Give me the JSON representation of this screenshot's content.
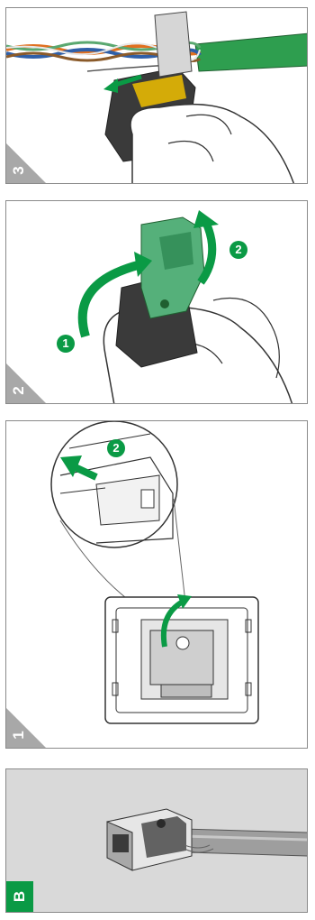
{
  "panels": [
    {
      "id": "step-3",
      "label": "3"
    },
    {
      "id": "step-2",
      "label": "2",
      "badges": [
        "1",
        "2"
      ]
    },
    {
      "id": "step-1",
      "label": "1",
      "badges": [
        "2"
      ]
    },
    {
      "id": "step-b",
      "label": "B"
    }
  ],
  "colors": {
    "accent_green": "#0a9a45",
    "corner_gray": "#a8a8a8",
    "panel_b_bg": "#d9d9d9",
    "outline": "#333333"
  }
}
